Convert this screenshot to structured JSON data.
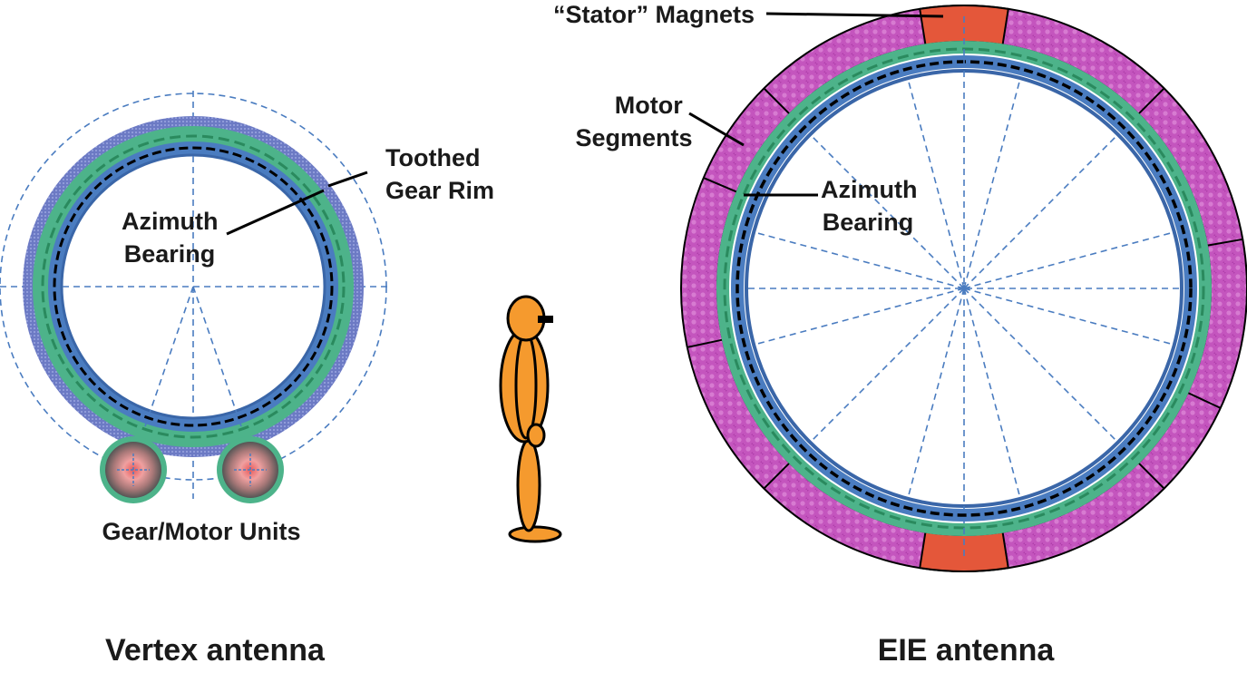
{
  "labels": {
    "vertex_toothed_gear_rim": [
      "Toothed",
      "Gear Rim"
    ],
    "vertex_azimuth_bearing": [
      "Azimuth",
      "Bearing"
    ],
    "vertex_gear_motor_units": "Gear/Motor Units",
    "vertex_caption": "Vertex antenna",
    "eie_stator_magnets": "“Stator” Magnets",
    "eie_motor_segments": [
      "Motor",
      "Segments"
    ],
    "eie_azimuth_bearing": [
      "Azimuth",
      "Bearing"
    ],
    "eie_caption": "EIE antenna"
  },
  "colors": {
    "bearing_blue": "#4a7cc0",
    "gear_rim_green": "#4db38a",
    "gear_rim_outline": "#6b6fb8",
    "motor_segment_magenta": "#c64fc0",
    "stator_magnet_orange": "#e4573a",
    "person_orange": "#f59a2e",
    "guide_line_blue": "#4a7cc0"
  }
}
